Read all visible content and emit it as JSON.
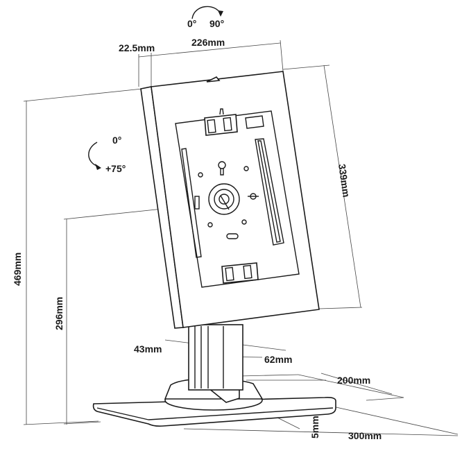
{
  "dimensions": {
    "rotation_start": "0°",
    "rotation_end": "90°",
    "frame_depth": "22.5mm",
    "frame_width": "226mm",
    "tilt_start": "0°",
    "tilt_end": "+75°",
    "frame_height": "339mm",
    "total_height": "469mm",
    "mount_height": "296mm",
    "pole_width": "43mm",
    "pole_depth": "62mm",
    "base_depth": "200mm",
    "base_thickness": "5mm",
    "base_width": "300mm"
  }
}
